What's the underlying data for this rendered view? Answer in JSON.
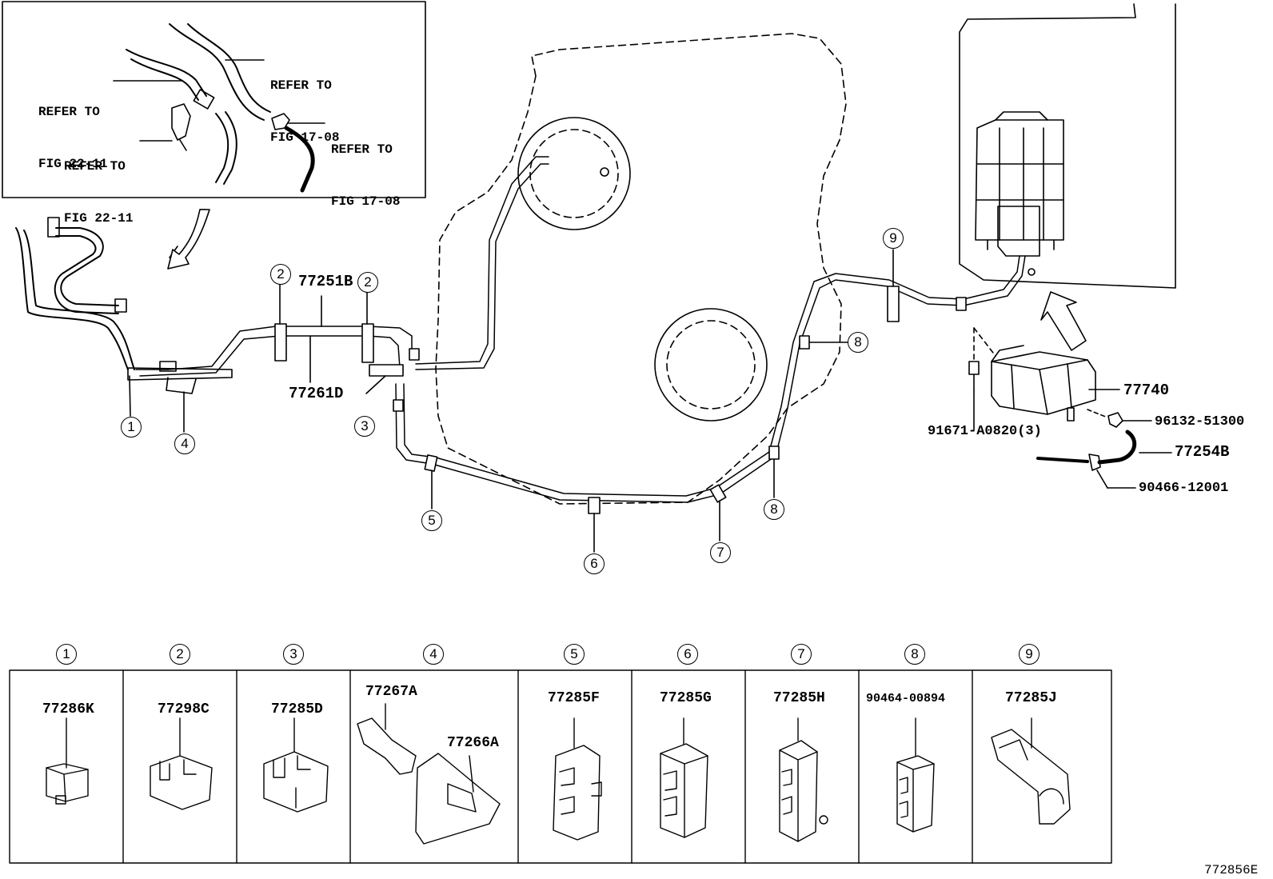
{
  "inset": {
    "refs": [
      {
        "id": "ref-a",
        "line1": "REFER TO",
        "line2": "FIG 17-08"
      },
      {
        "id": "ref-b",
        "line1": "REFER TO",
        "line2": "FIG 22-11"
      },
      {
        "id": "ref-c",
        "line1": "REFER TO",
        "line2": "FIG 22-11"
      },
      {
        "id": "ref-d",
        "line1": "REFER TO",
        "line2": "FIG 17-08"
      }
    ]
  },
  "labels": {
    "p77251B": "77251B",
    "p77261D": "77261D",
    "p77740": "77740",
    "p96132": "96132-51300",
    "p91671": "91671-A0820(3)",
    "p77254B": "77254B",
    "p90466": "90466-12001",
    "figure_code": "772856E"
  },
  "callouts": {
    "c1": "1",
    "c2a": "2",
    "c2b": "2",
    "c3": "3",
    "c4": "4",
    "c5": "5",
    "c6": "6",
    "c7": "7",
    "c8a": "8",
    "c8b": "8",
    "c9": "9"
  },
  "clip_table": [
    {
      "num": "1",
      "parts": [
        "77286K"
      ]
    },
    {
      "num": "2",
      "parts": [
        "77298C"
      ]
    },
    {
      "num": "3",
      "parts": [
        "77285D"
      ]
    },
    {
      "num": "4",
      "parts": [
        "77267A",
        "77266A"
      ]
    },
    {
      "num": "5",
      "parts": [
        "77285F"
      ]
    },
    {
      "num": "6",
      "parts": [
        "77285G"
      ]
    },
    {
      "num": "7",
      "parts": [
        "77285H"
      ]
    },
    {
      "num": "8",
      "parts": [
        "90464-00894"
      ]
    },
    {
      "num": "9",
      "parts": [
        "77285J"
      ]
    }
  ]
}
